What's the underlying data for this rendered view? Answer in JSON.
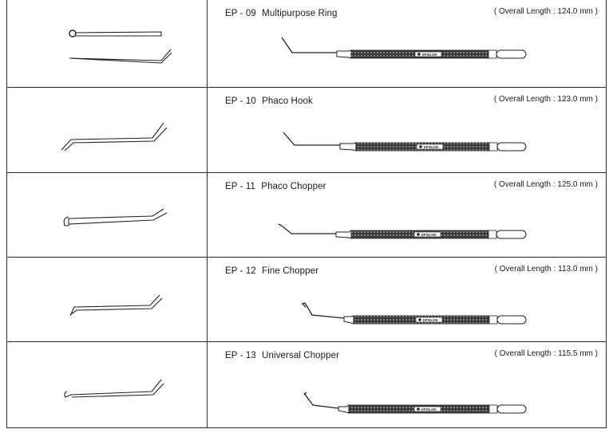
{
  "products": [
    {
      "code": "EP - 09",
      "name": "Multipurpose Ring",
      "overall_length_label": "Overall Length :",
      "overall_length_value": "124.0 mm",
      "tip_icon": "ring-tip-icon",
      "brand": "EPSILON"
    },
    {
      "code": "EP - 10",
      "name": "Phaco Hook",
      "overall_length_label": "Overall Length :",
      "overall_length_value": "123.0 mm",
      "tip_icon": "hook-tip-icon",
      "brand": "EPSILON"
    },
    {
      "code": "EP - 11",
      "name": "Phaco Chopper",
      "overall_length_label": "Overall Length :",
      "overall_length_value": "125.0 mm",
      "tip_icon": "chopper-tip-icon",
      "brand": "EPSILON"
    },
    {
      "code": "EP - 12",
      "name": "Fine Chopper",
      "overall_length_label": "Overall Length :",
      "overall_length_value": "113.0 mm",
      "tip_icon": "fine-chopper-tip-icon",
      "brand": "EPSILON"
    },
    {
      "code": "EP - 13",
      "name": "Universal Chopper",
      "overall_length_label": "Overall Length :",
      "overall_length_value": "115.5 mm",
      "tip_icon": "universal-chopper-tip-icon",
      "brand": "EPSILON"
    }
  ]
}
